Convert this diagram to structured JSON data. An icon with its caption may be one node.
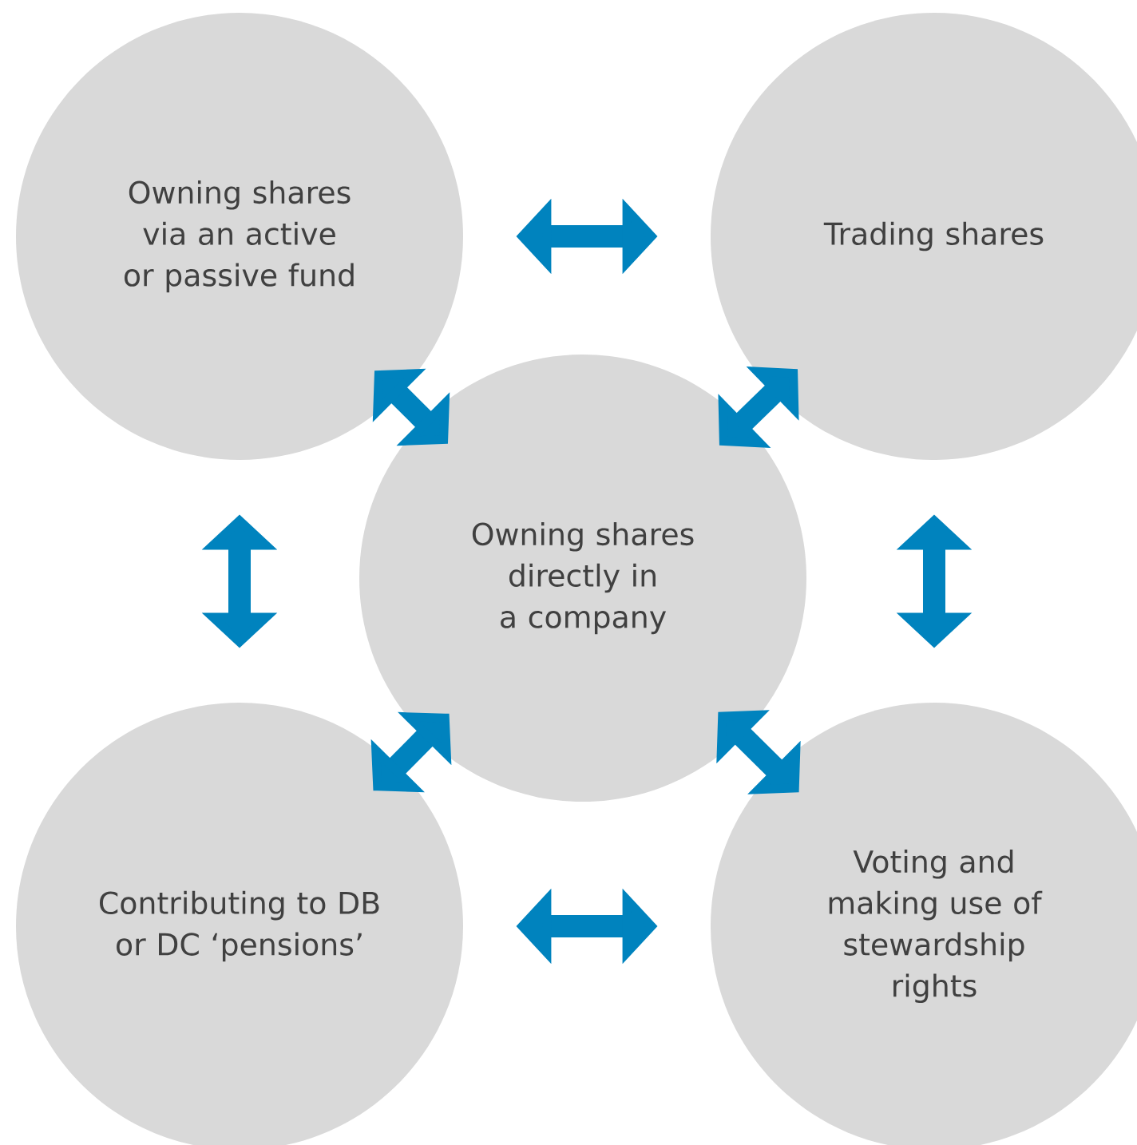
{
  "diagram": {
    "nodes": [
      {
        "text": [
          "Owning shares via an active or passive fund"
        ]
      },
      {
        "text": [
          "Trading shares"
        ]
      },
      {
        "text": [
          "Owning shares directly in a company"
        ]
      },
      {
        "text": [
          "Contributing to DB or DC ‘pensions’"
        ]
      },
      {
        "text": [
          "Voting and making use of stewardship rights"
        ]
      }
    ],
    "edges": [
      {
        "from": 0,
        "to": 1,
        "arrow": "both"
      },
      {
        "from": 0,
        "to": 2,
        "arrow": "both"
      },
      {
        "from": 1,
        "to": 2,
        "arrow": "both"
      },
      {
        "from": 0,
        "to": 3,
        "arrow": "both"
      },
      {
        "from": 1,
        "to": 4,
        "arrow": "both"
      },
      {
        "from": 3,
        "to": 2,
        "arrow": "both"
      },
      {
        "from": 4,
        "to": 2,
        "arrow": "both"
      },
      {
        "from": 3,
        "to": 4,
        "arrow": "both"
      }
    ]
  }
}
